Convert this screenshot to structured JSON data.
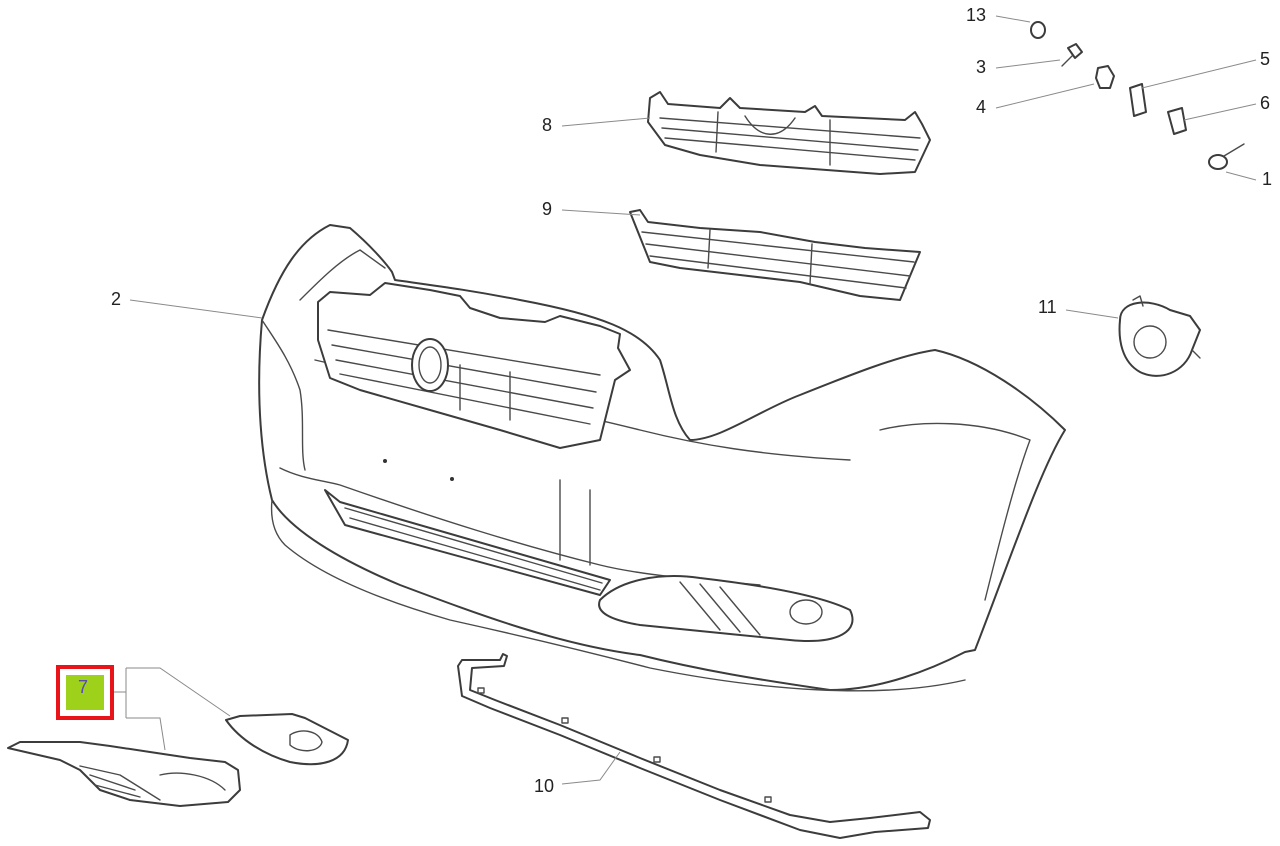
{
  "callouts": [
    {
      "id": "13",
      "label": "13"
    },
    {
      "id": "3",
      "label": "3"
    },
    {
      "id": "4",
      "label": "4"
    },
    {
      "id": "5",
      "label": "5"
    },
    {
      "id": "6",
      "label": "6"
    },
    {
      "id": "1",
      "label": "1"
    },
    {
      "id": "8",
      "label": "8"
    },
    {
      "id": "9",
      "label": "9"
    },
    {
      "id": "2",
      "label": "2"
    },
    {
      "id": "11",
      "label": "11"
    },
    {
      "id": "10",
      "label": "10"
    }
  ],
  "highlighted_callout": {
    "label": "7",
    "box_color": "#e8141a",
    "fill_color": "#9ed11a",
    "text_color": "#5b49b8"
  }
}
